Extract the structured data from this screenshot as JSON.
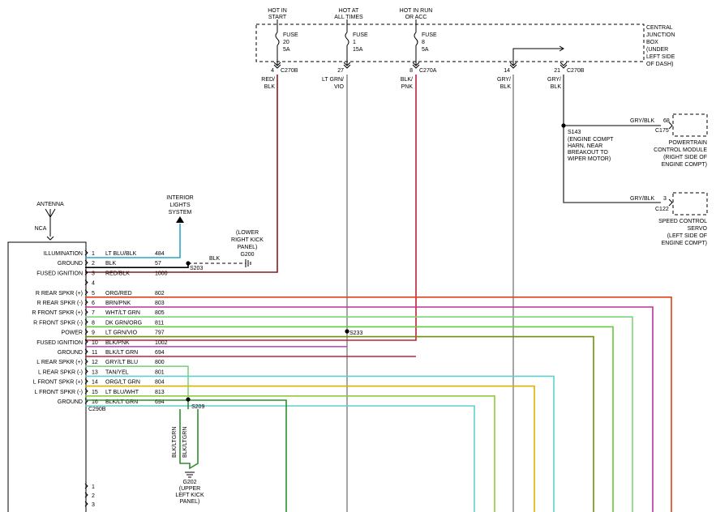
{
  "fuse_box": {
    "label": [
      "CENTRAL",
      "JUNCTION",
      "BOX",
      "(UNDER",
      "LEFT SIDE",
      "OF DASH)"
    ],
    "feeds": [
      {
        "label": [
          "HOT IN",
          "START"
        ],
        "fuse": [
          "FUSE",
          "20",
          "5A"
        ],
        "pin": "4",
        "connector": "C270B"
      },
      {
        "label": [
          "HOT AT",
          "ALL TIMES"
        ],
        "fuse": [
          "FUSE",
          "1",
          "15A"
        ],
        "pin": "27",
        "connector": ""
      },
      {
        "label": [
          "HOT IN RUN",
          "OR ACC"
        ],
        "fuse": [
          "FUSE",
          "8",
          "5A"
        ],
        "pin": "8",
        "connector": "C270A"
      }
    ],
    "bus_pins": [
      {
        "pin": "14",
        "connector": ""
      },
      {
        "pin": "21",
        "connector": "C270B"
      }
    ]
  },
  "feed_wire_colors": [
    {
      "text": [
        "RED/",
        "BLK"
      ],
      "color": "#8b1a1a"
    },
    {
      "text": [
        "LT GRN/",
        "VIO"
      ],
      "color": "#909090"
    },
    {
      "text": [
        "BLK/",
        "PNK"
      ],
      "color": "#c0203a"
    },
    {
      "text": [
        "GRY/",
        "BLK"
      ],
      "color": "#909090"
    },
    {
      "text": [
        "GRY/",
        "BLK"
      ],
      "color": "#555555"
    }
  ],
  "splices": {
    "s143": {
      "name": "S143",
      "desc": [
        "(ENGINE COMPT",
        "HARN, NEAR",
        "BREAKOUT TO",
        "WIPER MOTOR)"
      ]
    },
    "s233": {
      "name": "S233"
    },
    "s203": {
      "name": "S203"
    },
    "s209": {
      "name": "S209"
    }
  },
  "pcm": {
    "wire": "GRY/BLK",
    "circuit": "68",
    "connector": "C175",
    "label": [
      "POWERTRAIN",
      "CONTROL MODULE",
      "(RIGHT SIDE OF",
      "ENGINE COMPT)"
    ]
  },
  "speed_control": {
    "wire": "GRY/BLK",
    "circuit": "3",
    "connector": "C122",
    "label": [
      "SPEED CONTROL",
      "SERVO",
      "(LEFT SIDE OF",
      "ENGINE COMPT)"
    ]
  },
  "interior_lights": {
    "label": [
      "INTERIOR",
      "LIGHTS",
      "SYSTEM"
    ]
  },
  "ground_g200": {
    "label": [
      "(LOWER",
      "RIGHT KICK",
      "PANEL)"
    ],
    "name": "G200",
    "wire": "BLK"
  },
  "ground_g202": {
    "name": "G202",
    "label": [
      "(UPPER",
      "LEFT KICK",
      "PANEL)"
    ],
    "wire_vertical": [
      "BLK/LTGRN",
      "BLK/LTGRN"
    ]
  },
  "antenna": {
    "label": "ANTENNA",
    "nca": "NCA"
  },
  "radio": {
    "connector": "C290B",
    "pins": [
      {
        "func": "ILLUMINATION",
        "pin": "1",
        "color": "LT BLU/BLK",
        "circuit": "484",
        "wire": "#3a9bd0"
      },
      {
        "func": "GROUND",
        "pin": "2",
        "color": "BLK",
        "circuit": "57",
        "wire": "#000000"
      },
      {
        "func": "FUSED IGNITION",
        "pin": "3",
        "color": "RED/BLK",
        "circuit": "1000",
        "wire": "#8b1a1a"
      },
      {
        "func": "",
        "pin": "4",
        "color": "",
        "circuit": "",
        "wire": ""
      },
      {
        "func": "R REAR SPKR (+)",
        "pin": "5",
        "color": "ORG/RED",
        "circuit": "802",
        "wire": "#e04a1a"
      },
      {
        "func": "R REAR SPKR (-)",
        "pin": "6",
        "color": "BRN/PNK",
        "circuit": "803",
        "wire": "#c03a9a"
      },
      {
        "func": "R FRONT SPKR (+)",
        "pin": "7",
        "color": "WHT/LT GRN",
        "circuit": "805",
        "wire": "#88dd88"
      },
      {
        "func": "R FRONT SPKR (-)",
        "pin": "8",
        "color": "DK GRN/ORG",
        "circuit": "811",
        "wire": "#7ab838"
      },
      {
        "func": "POWER",
        "pin": "9",
        "color": "LT GRN/VIO",
        "circuit": "797",
        "wire": "#6e8f0a"
      },
      {
        "func": "FUSED IGNITION",
        "pin": "10",
        "color": "BLK/PNK",
        "circuit": "1002",
        "wire": "#c050c0"
      },
      {
        "func": "GROUND",
        "pin": "11",
        "color": "BLK/LT GRN",
        "circuit": "694",
        "wire": "#c0203a"
      },
      {
        "func": "L REAR SPKR (+)",
        "pin": "12",
        "color": "GRY/LT BLU",
        "circuit": "800",
        "wire": "#88dd88"
      },
      {
        "func": "L REAR SPKR (-)",
        "pin": "13",
        "color": "TAN/YEL",
        "circuit": "801",
        "wire": "#66d0d0"
      },
      {
        "func": "L FRONT SPKR (+)",
        "pin": "14",
        "color": "ORG/LT GRN",
        "circuit": "804",
        "wire": "#d8b000"
      },
      {
        "func": "L FRONT SPKR (-)",
        "pin": "15",
        "color": "LT BLU/WHT",
        "circuit": "813",
        "wire": "#99cc44"
      },
      {
        "func": "GROUND",
        "pin": "16",
        "color": "BLK/LT GRN",
        "circuit": "694",
        "wire": "#66d0d0"
      }
    ],
    "lower_pins": [
      "1",
      "2",
      "3"
    ]
  }
}
